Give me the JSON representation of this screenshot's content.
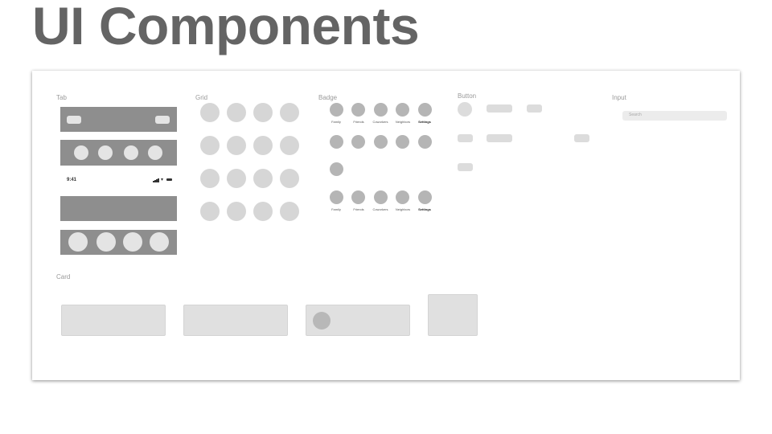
{
  "slide": {
    "title": "UI Components"
  },
  "sections": {
    "tab": "Tab",
    "grid": "Grid",
    "badge": "Badge",
    "button": "Button",
    "input": "Input",
    "card": "Card"
  },
  "tab": {
    "status_time": "9:41"
  },
  "badge": {
    "labels_top": [
      "Family",
      "Friends",
      "Coworkers",
      "Neighbors",
      "Settings"
    ],
    "labels_bottom": [
      "Family",
      "Friends",
      "Coworkers",
      "Neighbors",
      "Settings"
    ]
  },
  "input": {
    "placeholder": "Search"
  }
}
